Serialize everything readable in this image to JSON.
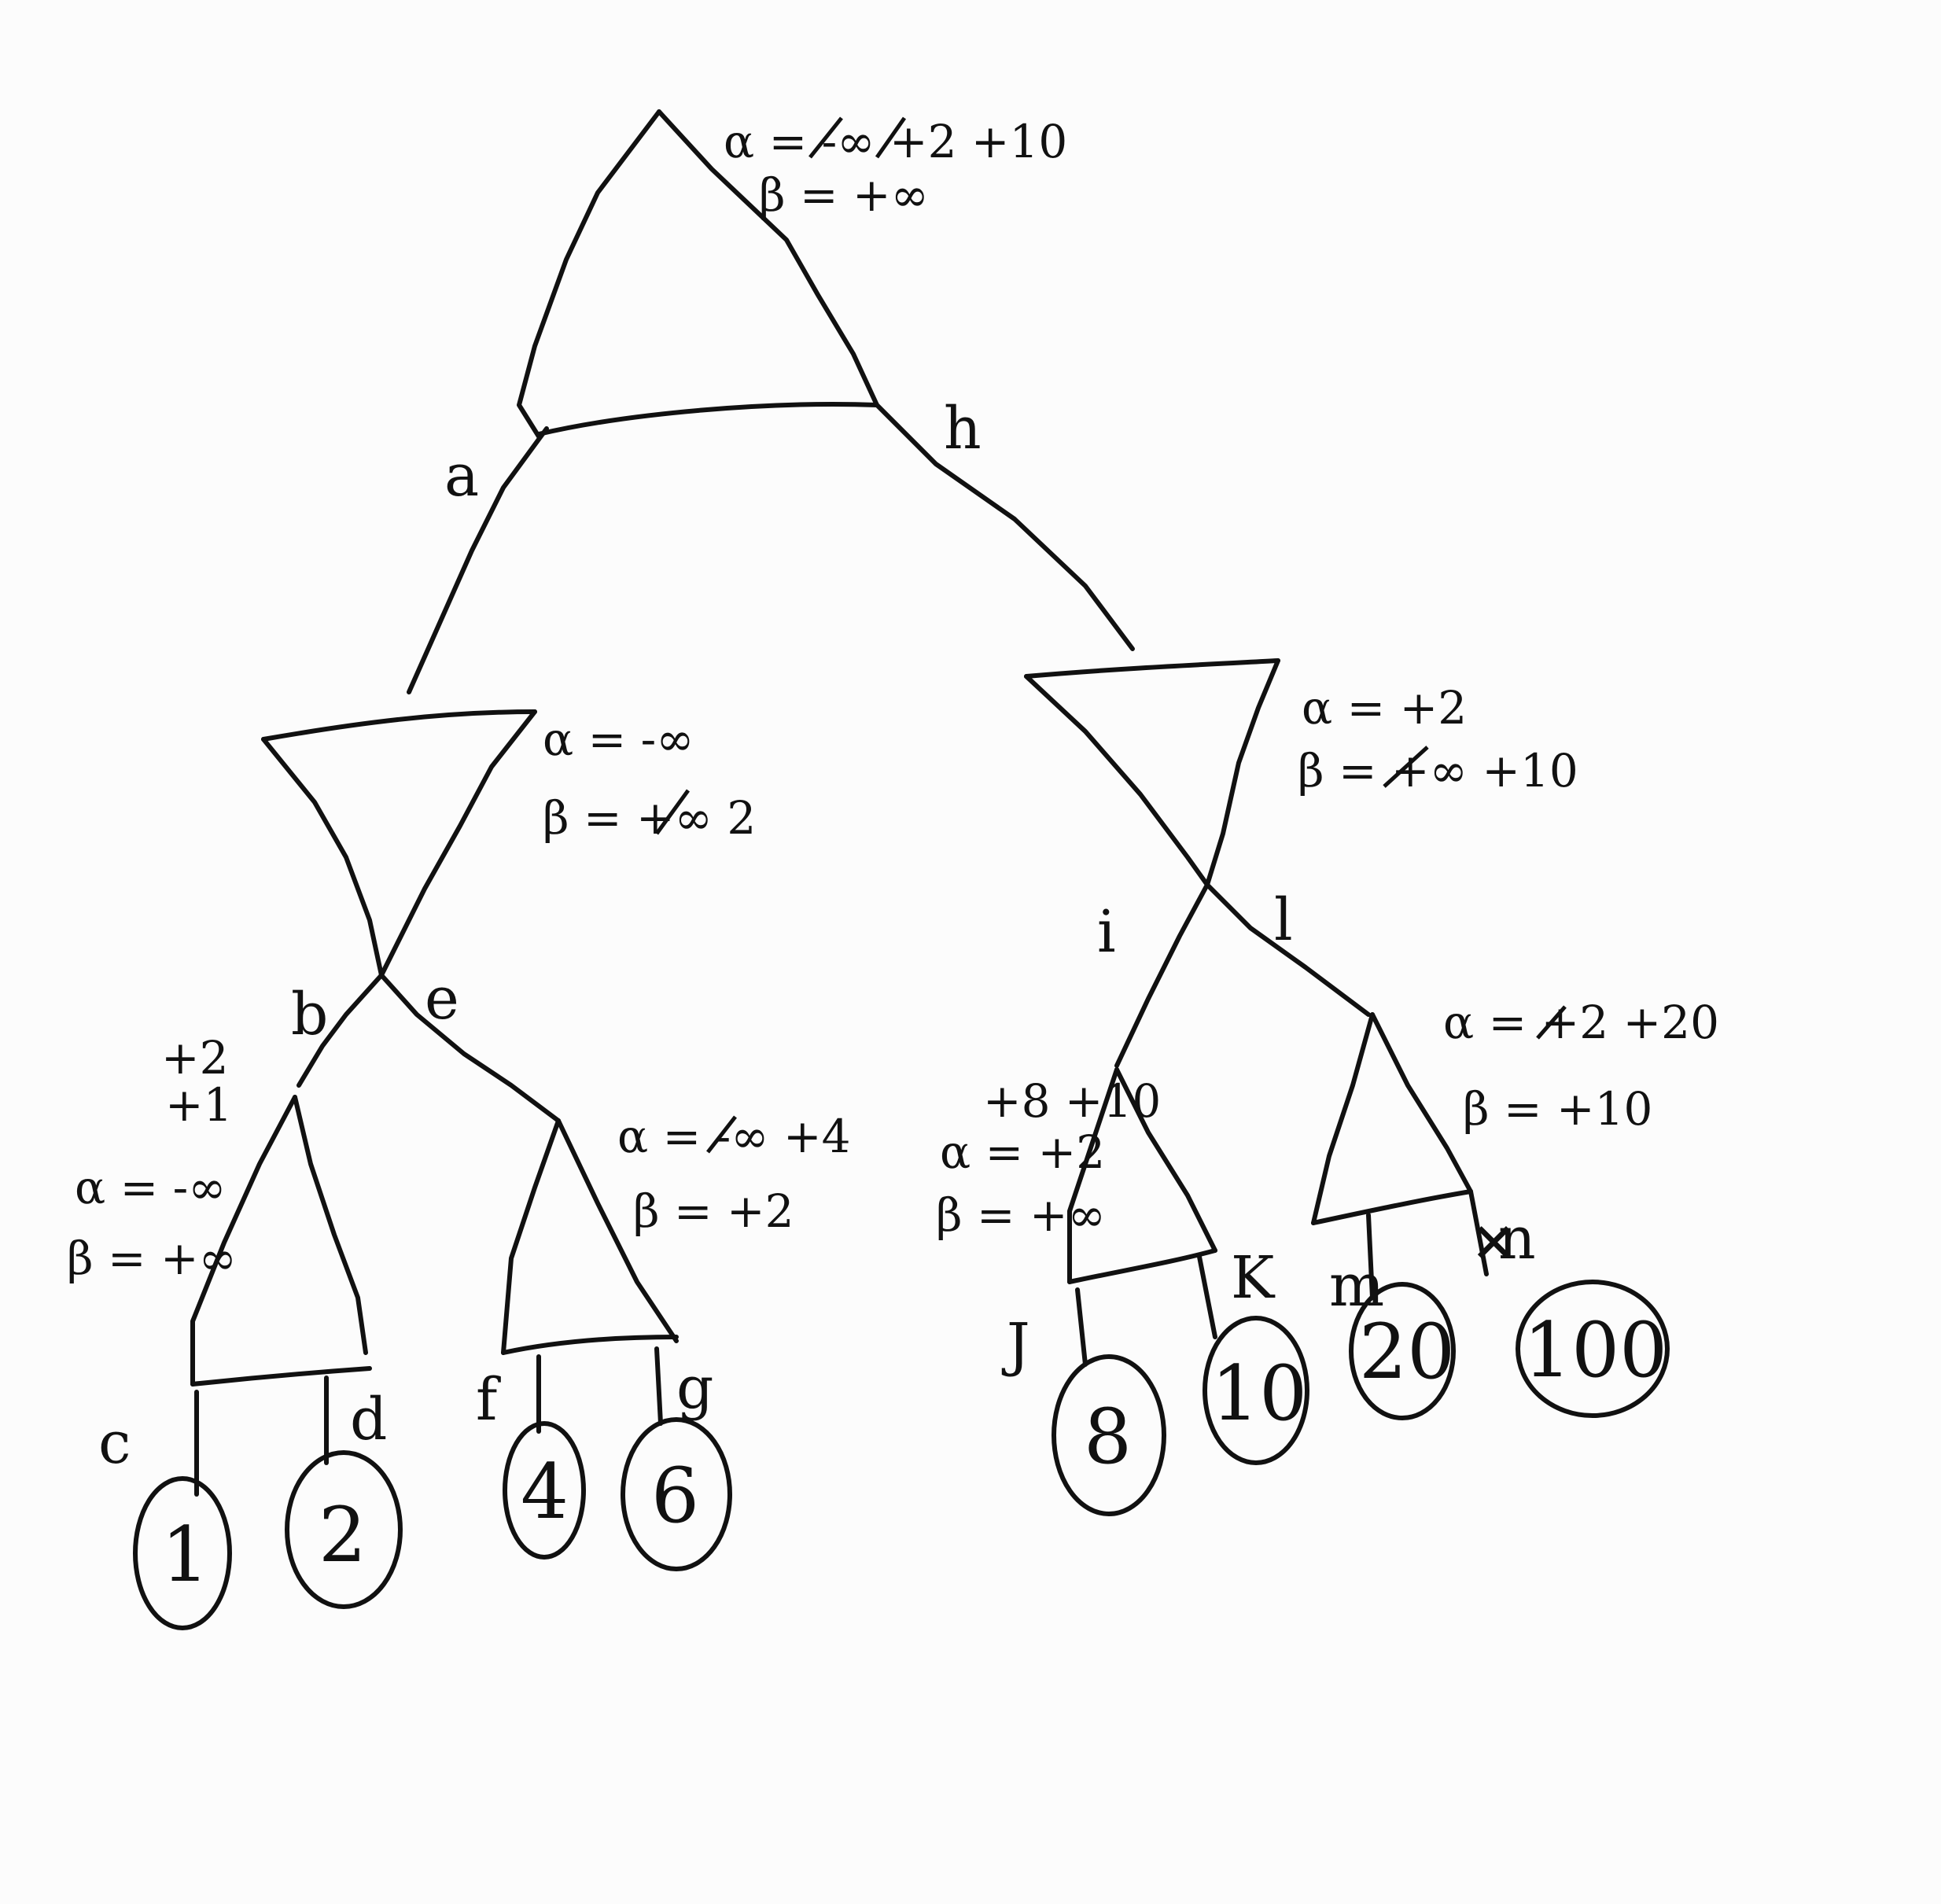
{
  "root": {
    "alpha": "α = -∞ +2 +10",
    "beta": "β = +∞"
  },
  "edge_labels": {
    "a": "a",
    "h": "h",
    "b": "b",
    "e": "e",
    "i": "i",
    "l": "l",
    "c": "c",
    "d": "d",
    "f": "f",
    "g": "g",
    "j": "J",
    "k": "K",
    "m": "m",
    "n": "n"
  },
  "min_left": {
    "alpha": "α = -∞",
    "beta": "β = +∞ 2"
  },
  "min_right": {
    "alpha": "α = +2",
    "beta": "β = +∞ +10"
  },
  "max_b": {
    "history": "+2",
    "history2": "+1",
    "alpha": "α = -∞",
    "beta": "β = +∞"
  },
  "max_e": {
    "alpha": "α = -∞ +4",
    "beta": "β = +2"
  },
  "max_i": {
    "history": "+8 +10",
    "alpha": "α = +2",
    "beta": "β = +∞"
  },
  "max_l": {
    "alpha": "α = +2 +20",
    "beta": "β = +10"
  },
  "leaves": [
    "1",
    "2",
    "4",
    "6",
    "8",
    "10",
    "20",
    "100"
  ],
  "pruned_mark": "✕"
}
